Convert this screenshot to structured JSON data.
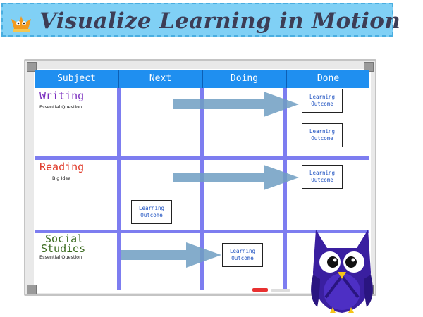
{
  "banner": {
    "title": "Visualize Learning in Motion"
  },
  "board": {
    "columns": [
      "Subject",
      "Next",
      "Doing",
      "Done"
    ],
    "rows": [
      {
        "subject": "Writing",
        "note": "Essential Question",
        "color": "#7b2fbf"
      },
      {
        "subject": "Reading",
        "note": "Big Idea",
        "color": "#e03b2a"
      },
      {
        "subject_line1": "Social",
        "subject_line2": "Studies",
        "note": "Essential Question",
        "color": "#3a6a1e"
      }
    ],
    "cards": [
      {
        "line1": "Learning",
        "line2": "Outcome"
      },
      {
        "line1": "Learning",
        "line2": "Outcome"
      },
      {
        "line1": "Learning",
        "line2": "Outcome"
      },
      {
        "line1": "Learning",
        "line2": "Outcome"
      },
      {
        "line1": "Learning",
        "line2": "Outcome"
      }
    ]
  },
  "colors": {
    "banner": "#80d0f5",
    "header": "#1f8ff0",
    "grid": "#7d7df0",
    "card_text": "#1c50c0",
    "owl": "#3a1fa0"
  }
}
